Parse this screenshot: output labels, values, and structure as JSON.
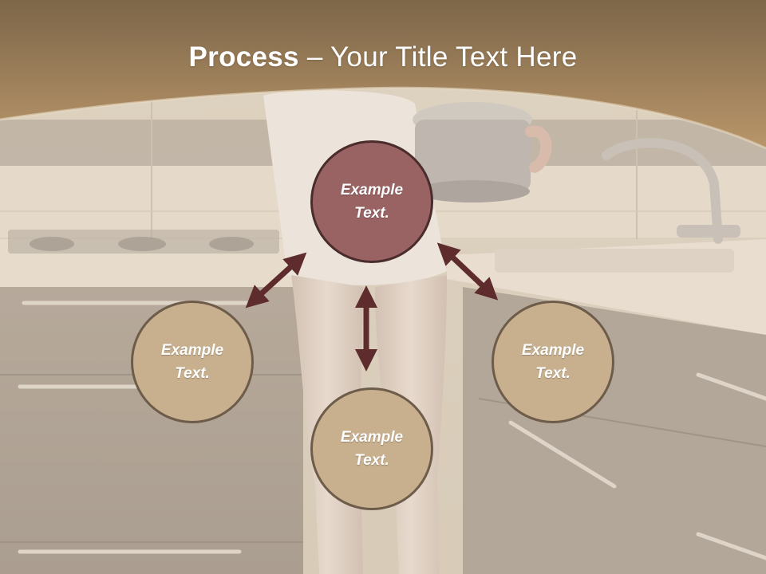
{
  "slide": {
    "title_bold": "Process",
    "title_rest": " – Your Title Text Here",
    "nodes": {
      "center": {
        "line1": "Example",
        "line2": "Text."
      },
      "left": {
        "line1": "Example",
        "line2": "Text."
      },
      "bottom": {
        "line1": "Example",
        "line2": "Text."
      },
      "right": {
        "line1": "Example",
        "line2": "Text."
      }
    },
    "colors": {
      "banner": "#9a7a52",
      "center_circle": "#9a6363",
      "outer_circle": "#c8b08f",
      "arrow": "#5e2c2c"
    }
  }
}
